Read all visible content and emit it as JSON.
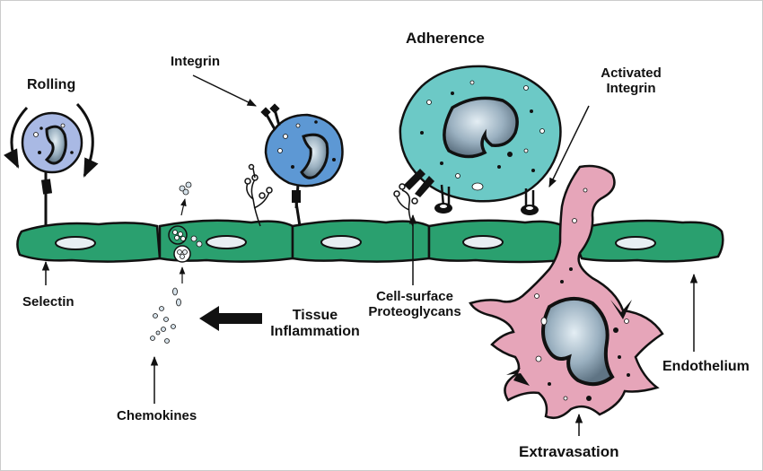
{
  "labels": {
    "rolling": "Rolling",
    "integrin": "Integrin",
    "adherence": "Adherence",
    "activated_integrin_1": "Activated",
    "activated_integrin_2": "Integrin",
    "selectin": "Selectin",
    "tissue_inflammation_1": "Tissue",
    "tissue_inflammation_2": "Inflammation",
    "proteoglycans_1": "Cell-surface",
    "proteoglycans_2": "Proteoglycans",
    "chemokines": "Chemokines",
    "endothelium": "Endothelium",
    "extravasation": "Extravasation"
  },
  "colors": {
    "endothelium": "#2aa06f",
    "leukocyte_rolling": "#a9b9e4",
    "leukocyte_integrin": "#5d98d4",
    "leukocyte_adherent": "#6cc9c6",
    "leukocyte_extravasating": "#e6a5b9",
    "nucleus": "#8aa2b4",
    "outline": "#111111"
  }
}
